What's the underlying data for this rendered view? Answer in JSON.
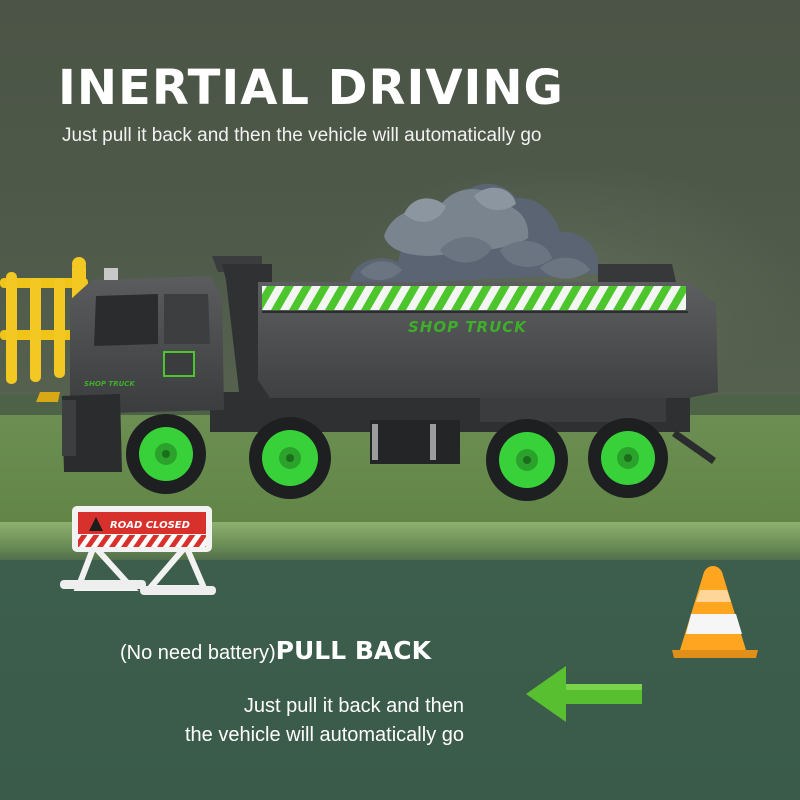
{
  "headline": "INERTIAL DRIVING",
  "headline_caption": "Just pull it back and then the vehicle will automatically go",
  "truck": {
    "box_label": "SHOP TRUCK",
    "door_badge": "SHOP TRUCK"
  },
  "sign": {
    "text": "ROAD CLOSED"
  },
  "pull_back": {
    "note": "(No need battery)",
    "heading": "PULL BACK",
    "line1": "Just pull it back and then",
    "line2": "the vehicle will automatically go"
  },
  "colors": {
    "accent_green": "#4cc62c",
    "wheel_green": "#39d13a",
    "truck_body": "#4a4c4e",
    "floor": "#3b5c4b",
    "table": "#688b4e",
    "cone_orange": "#ffa51f",
    "sign_red": "#d8302b"
  },
  "icons": {
    "arrow": "arrow-left-icon",
    "warning": "warning-triangle-icon"
  }
}
